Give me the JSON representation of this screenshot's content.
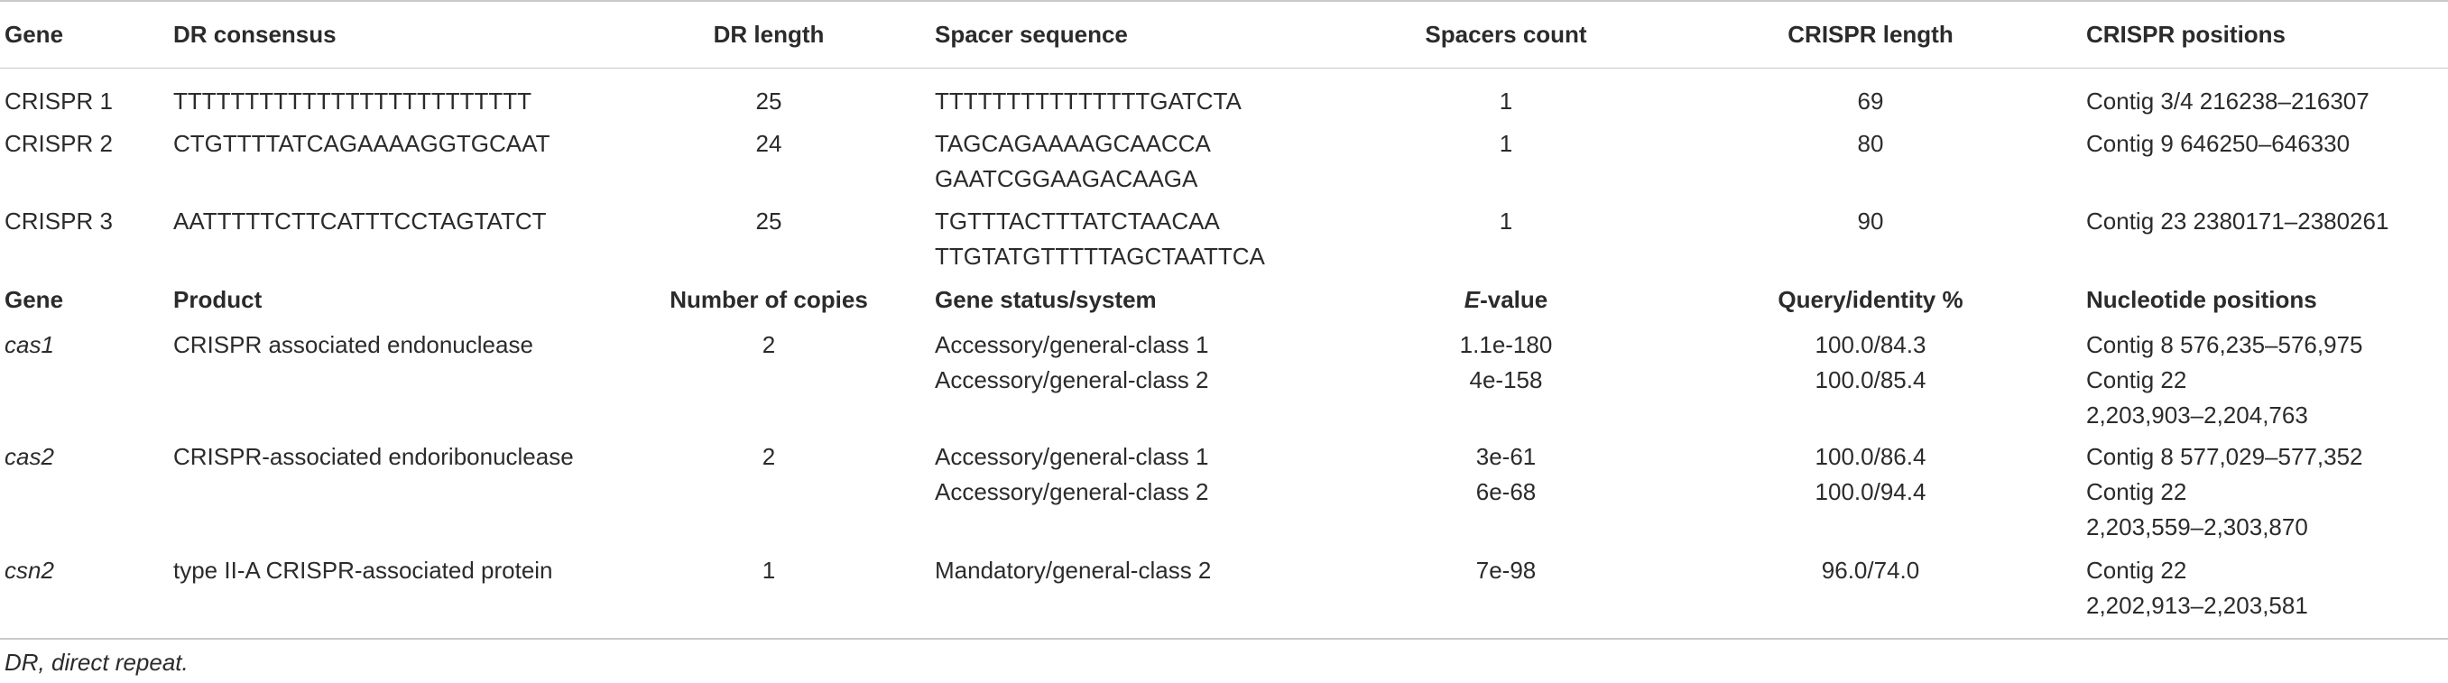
{
  "crispr_header": {
    "gene": "Gene",
    "dr_consensus": "DR consensus",
    "dr_length": "DR length",
    "spacer_sequence": "Spacer sequence",
    "spacers_count": "Spacers count",
    "crispr_length": "CRISPR length",
    "crispr_positions": "CRISPR positions"
  },
  "crispr_rows": [
    {
      "gene": "CRISPR 1",
      "dr_consensus": "TTTTTTTTTTTTTTTTTTTTTTTTT",
      "dr_length": "25",
      "spacer_line1": "TTTTTTTTTTTTTTTGATCTA",
      "spacer_line2": "",
      "spacers_count": "1",
      "crispr_length": "69",
      "positions": "Contig 3/4 216238–216307"
    },
    {
      "gene": "CRISPR 2",
      "dr_consensus": "CTGTTTTATCAGAAAAGGTGCAAT",
      "dr_length": "24",
      "spacer_line1": "TAGCAGAAAAGCAACCA",
      "spacer_line2": "GAATCGGAAGACAAGA",
      "spacers_count": "1",
      "crispr_length": "80",
      "positions": "Contig 9 646250–646330"
    },
    {
      "gene": "CRISPR 3",
      "dr_consensus": "AATTTTTCTTCATTTCCTAGTATCT",
      "dr_length": "25",
      "spacer_line1": "TGTTTACTTTATCTAACAA",
      "spacer_line2": "TTGTATGTTTTTAGCTAATTCA",
      "spacers_count": "1",
      "crispr_length": "90",
      "positions": "Contig 23 2380171–2380261"
    }
  ],
  "gene_header": {
    "gene": "Gene",
    "product": "Product",
    "copies": "Number of copies",
    "status": "Gene status/system",
    "evalue_e": "E",
    "evalue_rest": "-value",
    "query_identity": "Query/identity %",
    "nucleotide_positions": "Nucleotide positions"
  },
  "gene_rows": [
    {
      "gene": "cas1",
      "product": "CRISPR associated endonuclease",
      "copies": "2",
      "status_1": "Accessory/general-class 1",
      "status_2": "Accessory/general-class 2",
      "evalue_1": "1.1e-180",
      "evalue_2": "4e-158",
      "qi_1": "100.0/84.3",
      "qi_2": "100.0/85.4",
      "pos_1": "Contig 8 576,235–576,975",
      "pos_2a": "Contig 22",
      "pos_2b": "2,203,903–2,204,763"
    },
    {
      "gene": "cas2",
      "product": "CRISPR-associated endoribonuclease",
      "copies": "2",
      "status_1": "Accessory/general-class 1",
      "status_2": "Accessory/general-class 2",
      "evalue_1": "3e-61",
      "evalue_2": "6e-68",
      "qi_1": "100.0/86.4",
      "qi_2": "100.0/94.4",
      "pos_1": "Contig 8 577,029–577,352",
      "pos_2a": "Contig 22",
      "pos_2b": "2,203,559–2,303,870"
    },
    {
      "gene": "csn2",
      "product": "type II-A CRISPR-associated protein",
      "copies": "1",
      "status_1": "Mandatory/general-class 2",
      "evalue_1": "7e-98",
      "qi_1": "96.0/74.0",
      "pos_1a": "Contig 22",
      "pos_1b": "2,202,913–2,203,581"
    }
  ],
  "footnote": "DR, direct repeat."
}
